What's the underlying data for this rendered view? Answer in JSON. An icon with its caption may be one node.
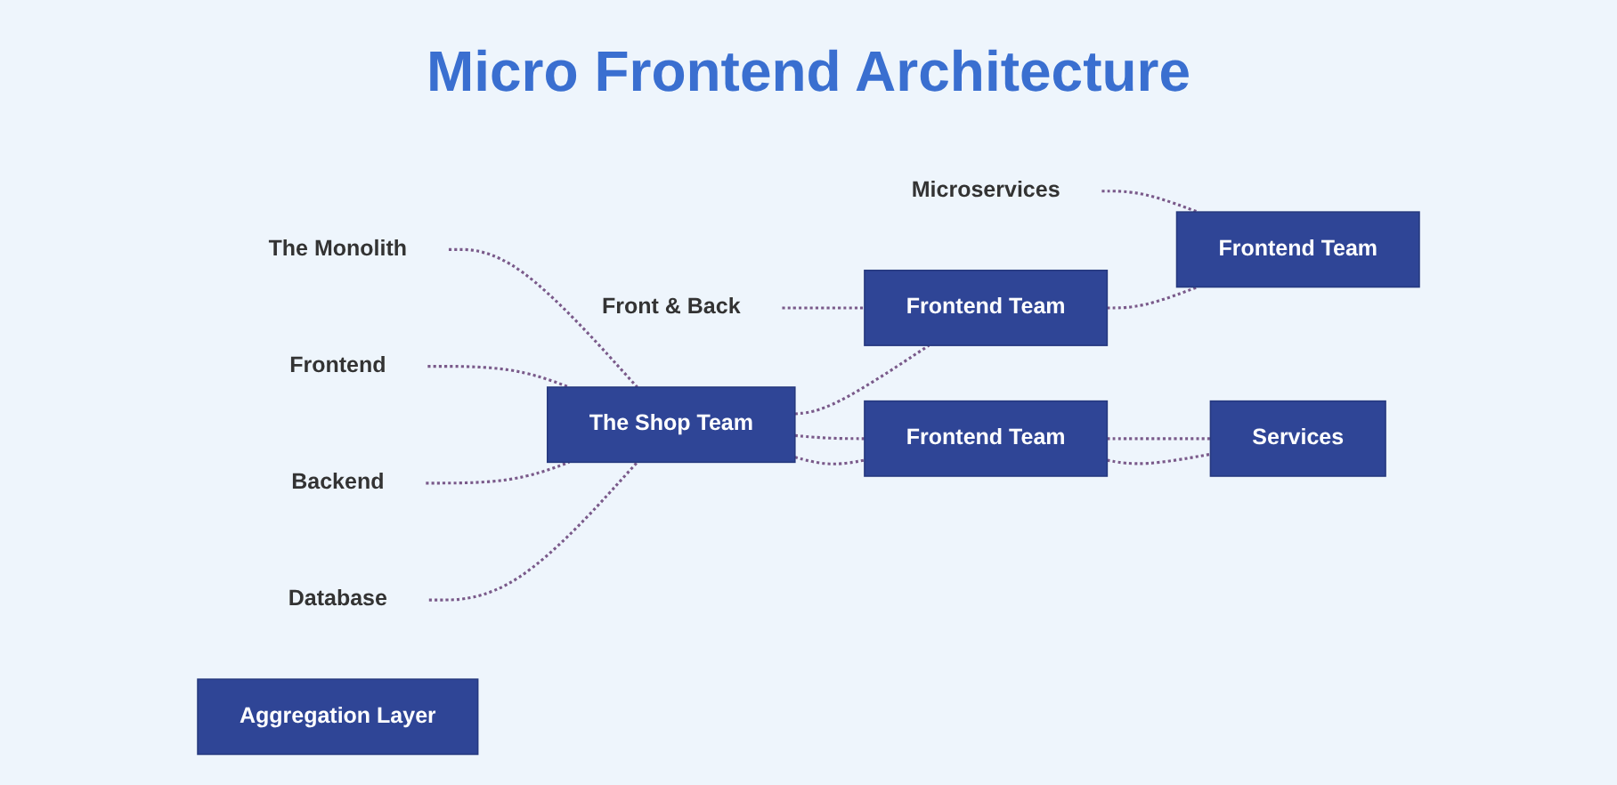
{
  "diagram": {
    "title": "Micro Frontend Architecture",
    "nodes": [
      {
        "text": [
          "The Monolith"
        ]
      },
      {
        "text": [
          "Front & Back"
        ]
      },
      {
        "text": [
          "Microservices"
        ]
      },
      {
        "text": [
          "Frontend"
        ]
      },
      {
        "text": [
          "Backend"
        ]
      },
      {
        "text": [
          "Database"
        ]
      },
      {
        "text": [
          "The Shop Team"
        ]
      },
      {
        "text": [
          "Frontend Team"
        ]
      },
      {
        "text": [
          "Frontend Team"
        ]
      },
      {
        "text": [
          "Aggregation Layer"
        ]
      },
      {
        "text": [
          "Frontend Team"
        ]
      },
      {
        "text": [
          "Services"
        ]
      }
    ],
    "edges": [
      {
        "from": 0,
        "to": 6,
        "arrow": "none",
        "style": "dashed"
      },
      {
        "from": 1,
        "to": 7,
        "arrow": "none",
        "style": "dashed"
      },
      {
        "from": 2,
        "to": 8,
        "arrow": "none",
        "style": "dashed"
      },
      {
        "from": 3,
        "to": 6,
        "arrow": "none",
        "style": "dashed"
      },
      {
        "from": 4,
        "to": 6,
        "arrow": "none",
        "style": "dashed"
      },
      {
        "from": 5,
        "to": 6,
        "arrow": "none",
        "style": "dashed"
      },
      {
        "from": 6,
        "to": 7,
        "arrow": "none",
        "style": "dashed"
      },
      {
        "from": 7,
        "to": 8,
        "arrow": "none",
        "style": "dashed"
      },
      {
        "from": 6,
        "to": 10,
        "arrow": "none",
        "style": "dashed"
      },
      {
        "from": 6,
        "to": 10,
        "arrow": "none",
        "style": "dashed"
      },
      {
        "from": 10,
        "to": 11,
        "arrow": "none",
        "style": "dashed"
      },
      {
        "from": 10,
        "to": 11,
        "arrow": "none",
        "style": "dashed"
      }
    ]
  }
}
